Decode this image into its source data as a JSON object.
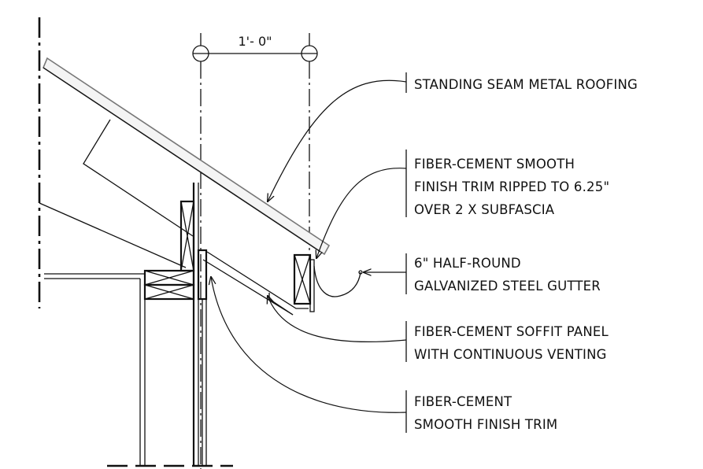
{
  "dimension": {
    "text": "1'- 0\""
  },
  "labels": {
    "roofing": [
      "STANDING SEAM METAL ROOFING"
    ],
    "trim_fascia": [
      "FIBER-CEMENT SMOOTH",
      "FINISH TRIM RIPPED TO 6.25\"",
      "OVER 2 X SUBFASCIA"
    ],
    "gutter": [
      "6\" HALF-ROUND",
      "GALVANIZED STEEL GUTTER"
    ],
    "soffit": [
      "FIBER-CEMENT SOFFIT PANEL",
      "WITH CONTINUOUS VENTING"
    ],
    "trim_wall": [
      "FIBER-CEMENT",
      "SMOOTH FINISH TRIM"
    ]
  }
}
